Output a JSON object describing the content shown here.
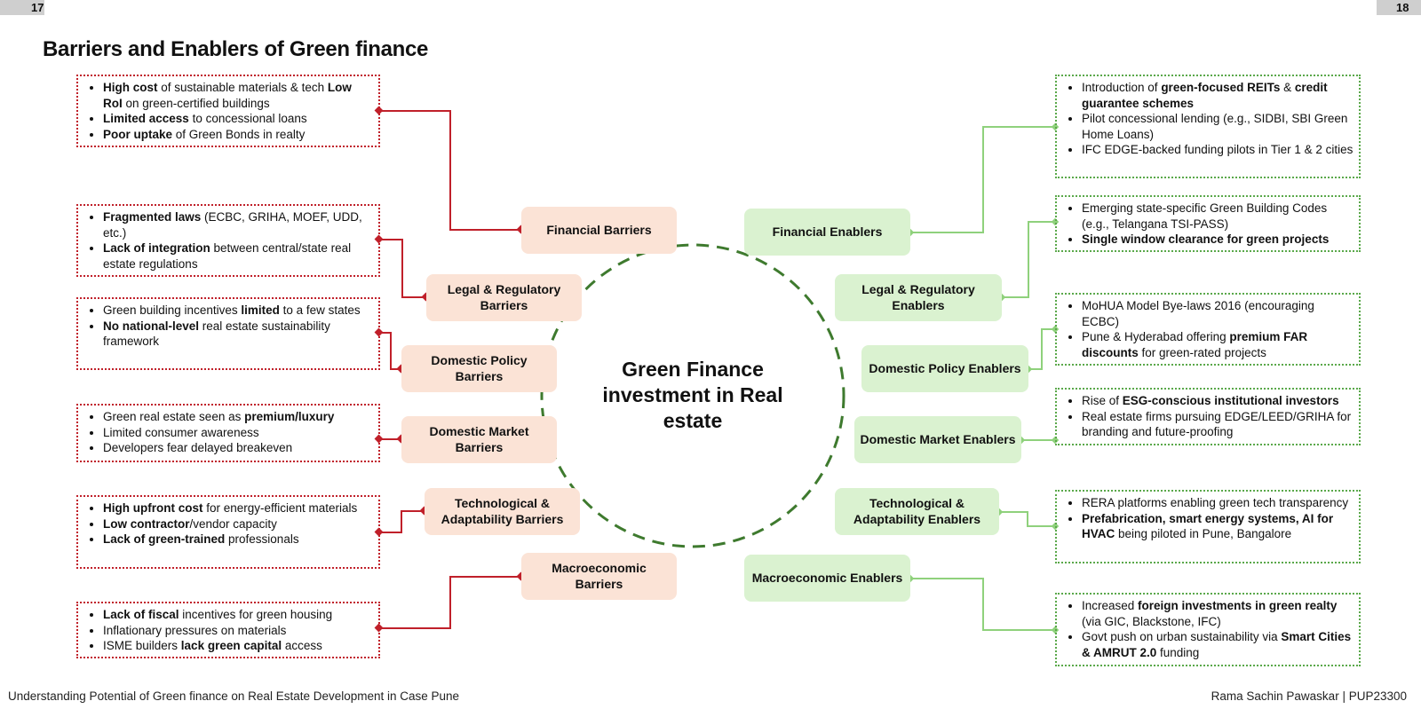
{
  "page": {
    "left_number": "17",
    "right_number": "18",
    "title": "Barriers and Enablers of Green finance",
    "footer_left": "Understanding Potential of Green finance on Real Estate Development in Case Pune",
    "footer_right": "Rama Sachin Pawaskar | PUP23300"
  },
  "center": {
    "label": "Green Finance investment in Real estate"
  },
  "colors": {
    "barrier_line": "#c0202a",
    "enabler_line": "#8fd17c",
    "barrier_fill": "#fbe3d6",
    "enabler_fill": "#daf2d0",
    "circle": "#3e7a2e"
  },
  "barriers": [
    {
      "label": "Financial Barriers",
      "points": [
        [
          {
            "t": "High cost",
            "b": true
          },
          {
            "t": " of sustainable materials & tech "
          },
          {
            "t": "Low RoI",
            "b": true
          },
          {
            "t": " on green-certified buildings"
          }
        ],
        [
          {
            "t": "Limited access",
            "b": true
          },
          {
            "t": " to concessional loans"
          }
        ],
        [
          {
            "t": "Poor uptake",
            "b": true
          },
          {
            "t": " of Green Bonds in realty"
          }
        ]
      ]
    },
    {
      "label": "Legal & Regulatory Barriers",
      "points": [
        [
          {
            "t": "Fragmented laws",
            "b": true
          },
          {
            "t": " (ECBC, GRIHA, MOEF, UDD, etc.)"
          }
        ],
        [
          {
            "t": "Lack of integration",
            "b": true
          },
          {
            "t": " between central/state real estate regulations"
          }
        ]
      ]
    },
    {
      "label": "Domestic Policy Barriers",
      "points": [
        [
          {
            "t": "Green building incentives "
          },
          {
            "t": "limited",
            "b": true
          },
          {
            "t": " to a few states"
          }
        ],
        [
          {
            "t": "No national-level",
            "b": true
          },
          {
            "t": " real estate sustainability framework"
          }
        ]
      ]
    },
    {
      "label": "Domestic Market Barriers",
      "points": [
        [
          {
            "t": "Green real estate seen as "
          },
          {
            "t": "premium/luxury",
            "b": true
          }
        ],
        [
          {
            "t": "Limited consumer awareness"
          }
        ],
        [
          {
            "t": "Developers fear delayed breakeven"
          }
        ]
      ]
    },
    {
      "label": "Technological & Adaptability Barriers",
      "points": [
        [
          {
            "t": "High upfront cost",
            "b": true
          },
          {
            "t": " for energy-efficient materials"
          }
        ],
        [
          {
            "t": "Low contractor",
            "b": true
          },
          {
            "t": "/vendor capacity"
          }
        ],
        [
          {
            "t": "Lack of green-trained",
            "b": true
          },
          {
            "t": " professionals"
          }
        ]
      ]
    },
    {
      "label": "Macroeconomic Barriers",
      "points": [
        [
          {
            "t": "Lack of fiscal",
            "b": true
          },
          {
            "t": " incentives for green housing"
          }
        ],
        [
          {
            "t": "Inflationary pressures on materials"
          }
        ],
        [
          {
            "t": "ISME builders "
          },
          {
            "t": "lack green capital",
            "b": true
          },
          {
            "t": " access"
          }
        ]
      ]
    }
  ],
  "enablers": [
    {
      "label": "Financial Enablers",
      "points": [
        [
          {
            "t": "Introduction of "
          },
          {
            "t": "green-focused REITs",
            "b": true
          },
          {
            "t": " & "
          },
          {
            "t": "credit guarantee schemes",
            "b": true
          }
        ],
        [
          {
            "t": "Pilot concessional lending (e.g., SIDBI, SBI Green Home Loans)"
          }
        ],
        [
          {
            "t": "IFC EDGE-backed funding pilots in Tier 1 & 2 cities"
          }
        ]
      ]
    },
    {
      "label": "Legal & Regulatory Enablers",
      "points": [
        [
          {
            "t": "Emerging state-specific Green Building Codes (e.g., Telangana TSI-PASS)"
          }
        ],
        [
          {
            "t": "Single window clearance for green projects",
            "b": true
          }
        ]
      ]
    },
    {
      "label": "Domestic Policy Enablers",
      "points": [
        [
          {
            "t": "MoHUA Model Bye-laws 2016 (encouraging ECBC)"
          }
        ],
        [
          {
            "t": "Pune & Hyderabad offering "
          },
          {
            "t": "premium FAR discounts",
            "b": true
          },
          {
            "t": " for green-rated projects"
          }
        ]
      ]
    },
    {
      "label": "Domestic Market Enablers",
      "points": [
        [
          {
            "t": "Rise of "
          },
          {
            "t": "ESG-conscious institutional investors",
            "b": true
          }
        ],
        [
          {
            "t": "Real estate firms pursuing EDGE/LEED/GRIHA for branding and future-proofing"
          }
        ]
      ]
    },
    {
      "label": "Technological & Adaptability Enablers",
      "points": [
        [
          {
            "t": "RERA platforms enabling green tech transparency"
          }
        ],
        [
          {
            "t": "Prefabrication, smart energy systems, AI for HVAC",
            "b": true
          },
          {
            "t": " being piloted in Pune, Bangalore"
          }
        ]
      ]
    },
    {
      "label": "Macroeconomic Enablers",
      "points": [
        [
          {
            "t": "Increased "
          },
          {
            "t": "foreign investments in green realty",
            "b": true
          },
          {
            "t": " (via GIC, Blackstone, IFC)"
          }
        ],
        [
          {
            "t": "Govt push on urban sustainability via "
          },
          {
            "t": "Smart Cities & AMRUT 2.0",
            "b": true
          },
          {
            "t": " funding"
          }
        ]
      ]
    }
  ]
}
